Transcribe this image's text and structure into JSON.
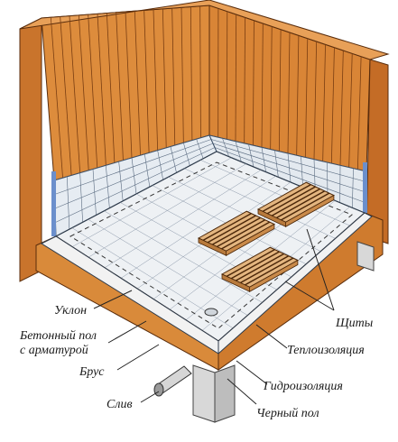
{
  "labels": {
    "slope": "Уклон",
    "concrete_floor_line1": "Бетонный пол",
    "concrete_floor_line2": "с арматурой",
    "beam": "Брус",
    "drain": "Слив",
    "rough_floor": "Черный пол",
    "waterproofing": "Гидроизоляция",
    "insulation": "Теплоизоляция",
    "panels": "Щиты"
  },
  "colors": {
    "wood": "#d98a3a",
    "wood_dark": "#b8651f",
    "board_line": "#7a3e12",
    "tile": "#e9eef3",
    "tile_line": "#5a6b80",
    "floor": "#edf0f3",
    "pillar": "#dcdcdc",
    "grate": "#c98a4a"
  }
}
